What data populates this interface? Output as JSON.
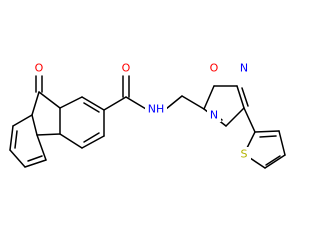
{
  "molecule": {
    "colors": {
      "bond": "#000000",
      "O": "#ff0000",
      "N": "#0000ff",
      "S": "#b3b300"
    },
    "atoms": [
      {
        "id": "o_ketone",
        "label": "O",
        "element": "O"
      },
      {
        "id": "o_amide",
        "label": "O",
        "element": "O"
      },
      {
        "id": "n_amide",
        "label": "NH",
        "element": "N"
      },
      {
        "id": "o_ring",
        "label": "O",
        "element": "O"
      },
      {
        "id": "n_ring_upper",
        "label": "N",
        "element": "N"
      },
      {
        "id": "n_ring_lower",
        "label": "N",
        "element": "N"
      },
      {
        "id": "s_thiophene",
        "label": "S",
        "element": "S"
      }
    ]
  }
}
